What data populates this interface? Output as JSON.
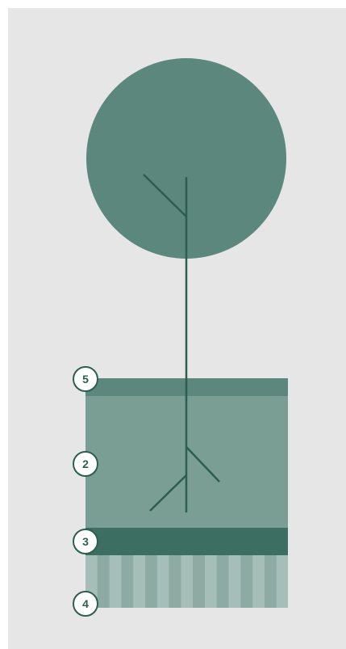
{
  "colors": {
    "background": "#e6e6e6",
    "tree_crown": "#5c877c",
    "trunk_and_roots": "#2d5e50",
    "layer_5": "#5c877c",
    "layer_2": "#7a9d94",
    "layer_3": "#3c6e61",
    "layer_4_light": "#a8c2bb",
    "layer_4_dark": "#8fab a4",
    "marker_fill": "#ffffff",
    "marker_stroke": "#2d5e50"
  },
  "markers": [
    {
      "label": "5",
      "layer": "top-strip"
    },
    {
      "label": "2",
      "layer": "middle-layer"
    },
    {
      "label": "3",
      "layer": "dark-band"
    },
    {
      "label": "4",
      "layer": "striped-base"
    }
  ]
}
